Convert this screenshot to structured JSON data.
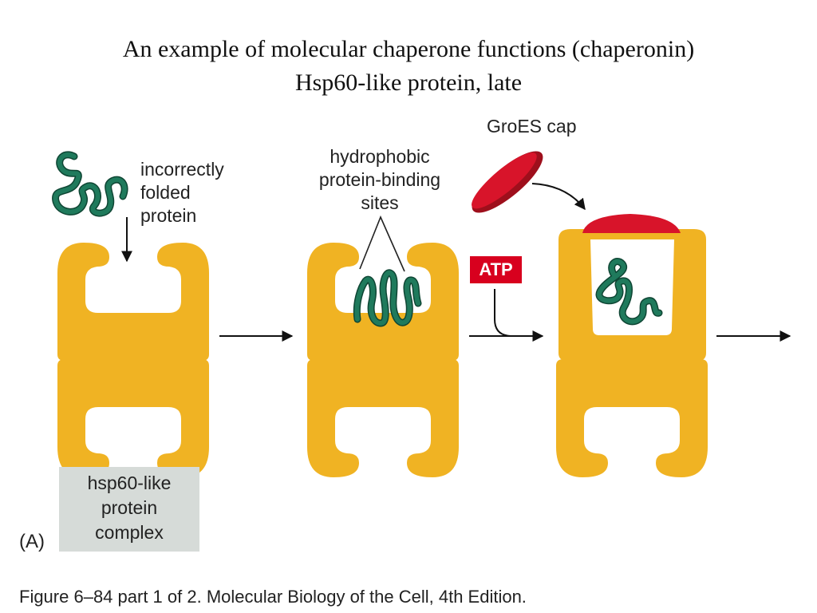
{
  "title": {
    "line1": "An example of molecular chaperone functions (chaperonin)",
    "line2": "Hsp60-like protein, late"
  },
  "labels": {
    "incorrect_folded": [
      "incorrectly",
      "folded",
      "protein"
    ],
    "hydrophobic_sites": [
      "hydrophobic",
      "protein-binding",
      "sites"
    ],
    "groes_cap": "GroES cap",
    "atp": "ATP",
    "complex": [
      "hsp60-like",
      "protein",
      "complex"
    ],
    "panel": "(A)"
  },
  "caption": "Figure 6–84 part 1 of 2. Molecular Biology of the Cell, 4th Edition.",
  "colors": {
    "chaperonin": "#f0b323",
    "protein": "#1f7a5c",
    "cap": "#d8142a",
    "cap_dark": "#9e0f1c",
    "atp_badge": "#d8001e",
    "label_box": "#d6dbd8"
  }
}
